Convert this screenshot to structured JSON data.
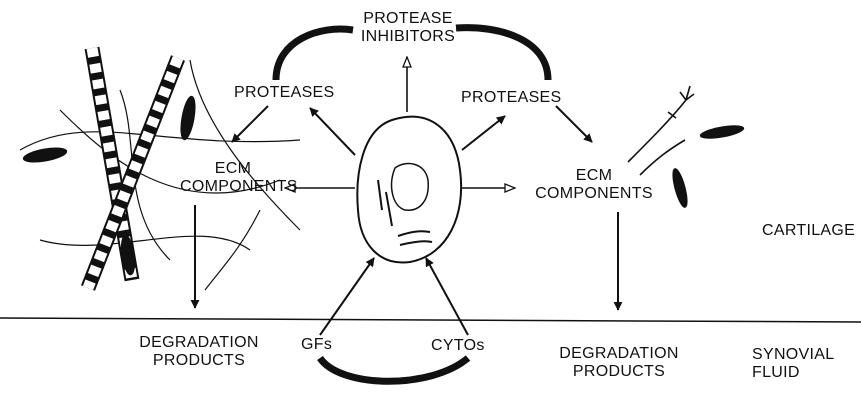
{
  "labels": {
    "protease_inhibitors": [
      "PROTEASE",
      "INHIBITORS"
    ],
    "proteases_left": "PROTEASES",
    "proteases_right": "PROTEASES",
    "ecm_left": [
      "ECM",
      "COMPONENTS"
    ],
    "ecm_right": [
      "ECM",
      "COMPONENTS"
    ],
    "cartilage": "CARTILAGE",
    "degradation_left": [
      "DEGRADATION",
      "PRODUCTS"
    ],
    "degradation_right": [
      "DEGRADATION",
      "PRODUCTS"
    ],
    "gfs": "GFs",
    "cytos": "CYTOs",
    "synovial_fluid": [
      "SYNOVIAL",
      "FLUID"
    ]
  },
  "colors": {
    "ink": "#111111",
    "background": "#ffffff"
  }
}
